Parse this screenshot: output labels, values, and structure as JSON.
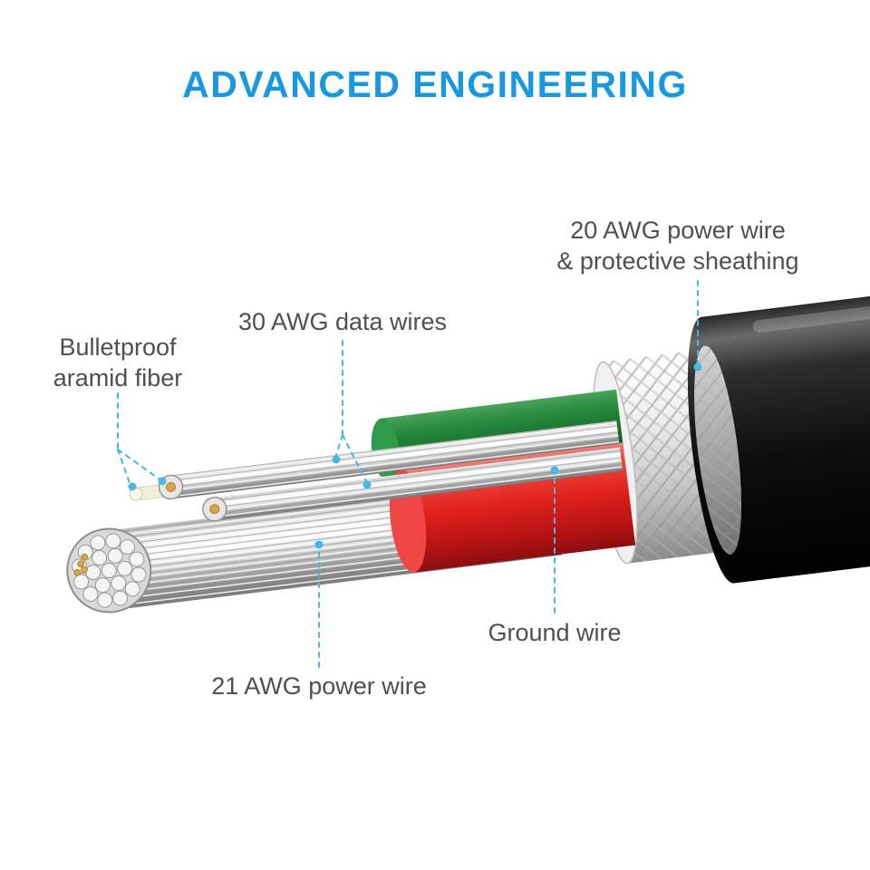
{
  "title": "ADVANCED ENGINEERING",
  "labels": {
    "power20": {
      "line1": "20 AWG power wire",
      "line2": "& protective sheathing"
    },
    "data30": {
      "text": "30 AWG data wires"
    },
    "aramid": {
      "line1": "Bulletproof",
      "line2": "aramid fiber"
    },
    "ground": {
      "text": "Ground wire"
    },
    "power21": {
      "text": "21 AWG power wire"
    }
  },
  "colors": {
    "accent": "#1798e0",
    "label": "#4f4f4f",
    "leader": "#45b8e8",
    "wire_red": "#e2211c",
    "wire_green": "#19732f",
    "sheathing": "#e8e8e8",
    "jacket": "#0a0a0a",
    "copper": "#d7a44a"
  }
}
